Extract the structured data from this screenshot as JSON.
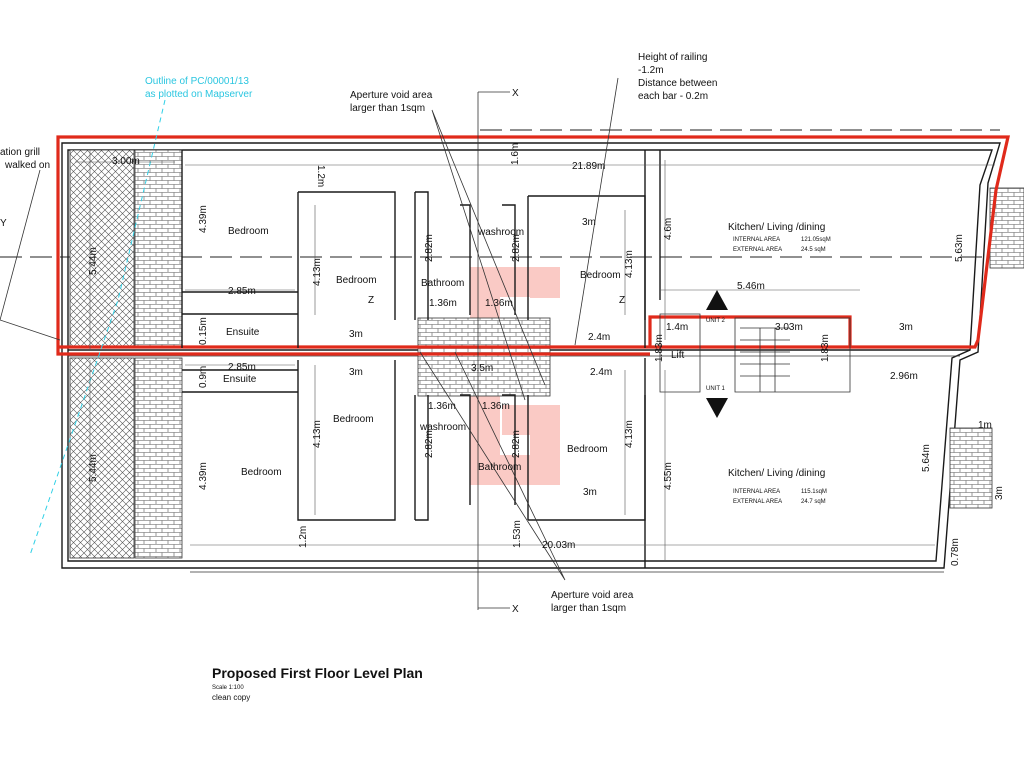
{
  "title": "Proposed First Floor Level Plan",
  "scale": "Scale 1:100",
  "subtitle": "clean copy",
  "annotations": {
    "outline_line1": "Outline of PC/00001/13",
    "outline_line2": "as plotted on Mapserver",
    "grill_line1": "ation grill",
    "grill_line2": "walked on",
    "aperture_top_1": "Aperture void area",
    "aperture_top_2": "larger than 1sqm",
    "railing_1": "Height of railing",
    "railing_2": "-1.2m",
    "railing_3": "Distance between",
    "railing_4": "each bar - 0.2m",
    "aperture_bottom_1": "Aperture void area",
    "aperture_bottom_2": "larger than 1sqm",
    "section_x_top": "X",
    "section_x_bottom": "X",
    "section_y": "Y",
    "section_z_left": "Z",
    "section_z_right": "Z",
    "unit_2": "UNIT 2",
    "unit_1": "UNIT 1"
  },
  "rooms": {
    "bedroom_a": "Bedroom",
    "bedroom_b": "Bedroom",
    "bedroom_c": "Bedroom",
    "bedroom_d": "Bedroom",
    "bedroom_e": "Bedroom",
    "bedroom_f": "Bedroom",
    "ensuite_top": "Ensuite",
    "ensuite_bottom": "Ensuite",
    "bathroom_top": "Bathroom",
    "bathroom_bottom": "Bathroom",
    "washroom_top": "washroom",
    "washroom_bottom": "washroom",
    "lift": "Lift",
    "kitchen_top": "Kitchen/ Living /dining",
    "kitchen_bottom": "Kitchen/ Living /dining",
    "internal_top": "INTERNAL AREA",
    "internal_top_val": "121.05sqM",
    "external_top": "EXTERNAL AREA",
    "external_top_val": "24.5 sqM",
    "internal_bottom": "INTERNAL AREA",
    "internal_bottom_val": "115.1sqM",
    "external_bottom": "EXTERNAL AREA",
    "external_bottom_val": "24.7 sqM"
  },
  "dimensions": {
    "d300": "3.00m",
    "d2189": "21.89m",
    "d12a": "1.2m",
    "d16": "1.6m",
    "d439a": "4.39m",
    "d413a": "4.13m",
    "d282a": "2.82m",
    "d282b": "2.82m",
    "d3ma": "3m",
    "d46": "4.6m",
    "d563": "5.63m",
    "d285a": "2.85m",
    "d136a": "1.36m",
    "d136b": "1.36m",
    "d413b": "4.13m",
    "d546": "5.46m",
    "d015": "0.15m",
    "d3mb": "3m",
    "d24a": "2.4m",
    "d14": "1.4m",
    "d303": "3.03m",
    "d3mc": "3m",
    "d183a": "1.83m",
    "d183b": "1.83m",
    "d285b": "2.85m",
    "d09": "0.9m",
    "d3md": "3m",
    "d35": "3.5m",
    "d24b": "2.4m",
    "d296": "2.96m",
    "d136c": "1.36m",
    "d136d": "1.36m",
    "d413c": "4.13m",
    "d413d": "4.13m",
    "d439b": "4.39m",
    "d282c": "2.82m",
    "d282d": "2.82m",
    "d455": "4.55m",
    "d564": "5.64m",
    "d1m": "1m",
    "d3me": "3m",
    "d3mf": "3m",
    "d544a": "5.44m",
    "d544b": "5.44m",
    "d12b": "1.2m",
    "d153": "1.53m",
    "d2003": "20.03m",
    "d078": "0.78m"
  },
  "colors": {
    "boundary": "#e02a1b",
    "outline": "#2bc6e0",
    "watermark": "#f7a39a"
  }
}
